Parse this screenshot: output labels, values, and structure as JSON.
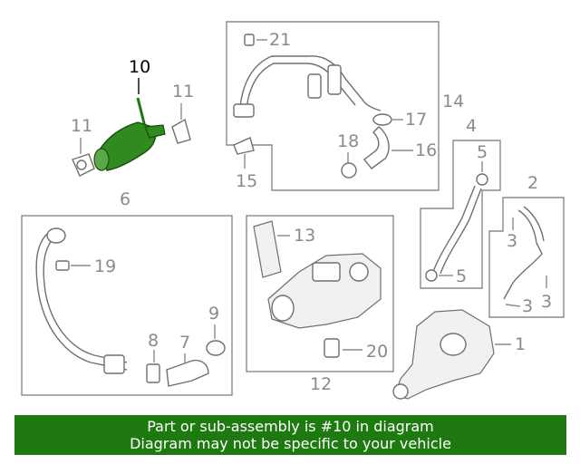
{
  "callouts": {
    "c1": "1",
    "c2": "2",
    "c3a": "3",
    "c3b": "3",
    "c3c": "3",
    "c4": "4",
    "c5a": "5",
    "c5b": "5",
    "c6": "6",
    "c7": "7",
    "c8": "8",
    "c9": "9",
    "c10": "10",
    "c11a": "11",
    "c11b": "11",
    "c12": "12",
    "c13": "13",
    "c14": "14",
    "c15": "15",
    "c16": "16",
    "c17": "17",
    "c18": "18",
    "c19": "19",
    "c20": "20",
    "c21": "21"
  },
  "highlight_color": "#1e7a10",
  "banner": {
    "line1": "Part or sub-assembly is #10 in diagram",
    "line2": "Diagram may not be specific to your vehicle"
  }
}
